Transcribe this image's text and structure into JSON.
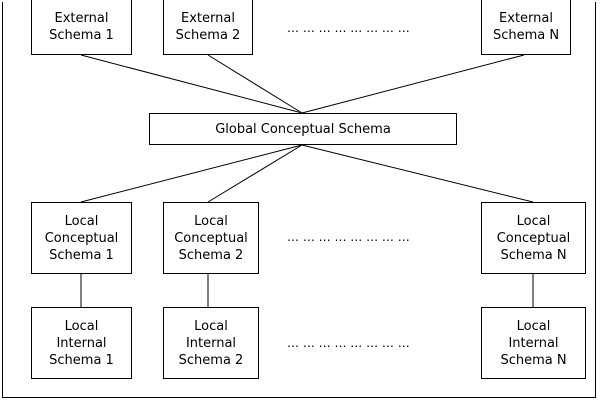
{
  "external_schemas": [
    "External\nSchema 1",
    "External\nSchema 2",
    "External\nSchema N"
  ],
  "global_schema": "Global Conceptual Schema",
  "local_conceptual_schemas": [
    "Local\nConceptual\nSchema 1",
    "Local\nConceptual\nSchema 2",
    "Local\nConceptual\nSchema N"
  ],
  "local_internal_schemas": [
    "Local\nInternal\nSchema 1",
    "Local\nInternal\nSchema 2",
    "Local\nInternal\nSchema N"
  ],
  "ellipsis": "…   …   …   …   …   …   …   …"
}
